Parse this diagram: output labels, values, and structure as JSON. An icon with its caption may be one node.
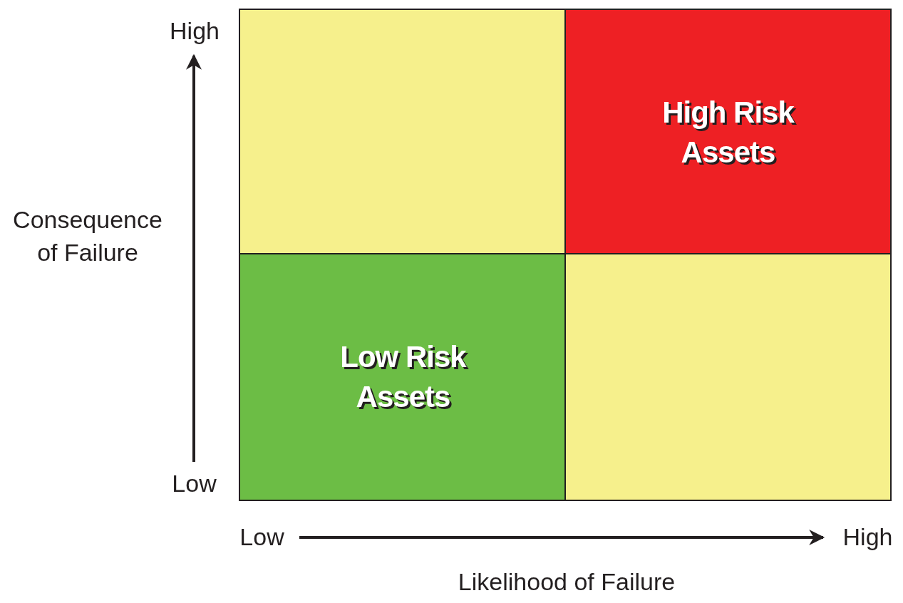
{
  "diagram": {
    "nodes": [
      {
        "text": [],
        "shape": "box"
      },
      {
        "text": [
          "High Risk Assets"
        ]
      },
      {
        "text": [
          "Low Risk Assets"
        ]
      },
      {
        "text": [],
        "shape": "box"
      }
    ],
    "labels": [
      "High",
      "Consequence of Failure",
      "Low",
      "Low",
      "High",
      "Likelihood of Failure"
    ]
  }
}
